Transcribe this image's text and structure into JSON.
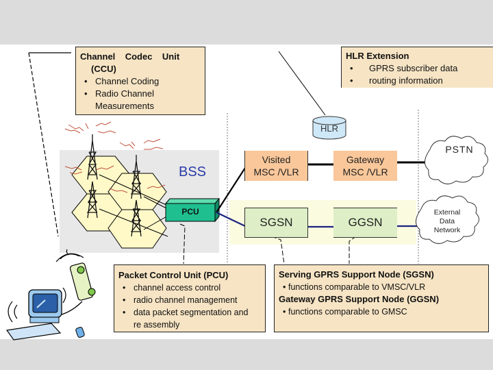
{
  "diagram": {
    "title": "GPRS Architecture",
    "regions": {
      "bss_label": "BSS"
    },
    "notes": {
      "ccu": {
        "title_line1": "Channel    Codec    Unit",
        "title_line2": "(CCU)",
        "items": [
          "Channel Coding",
          "Radio Channel Measurements"
        ]
      },
      "hlr_ext": {
        "title": "HLR Extension",
        "items": [
          "GPRS subscriber data",
          "routing information"
        ]
      },
      "pcu": {
        "title": "Packet Control Unit (PCU)",
        "items": [
          "channel access control",
          "radio channel management",
          "data packet segmentation and re assembly"
        ]
      },
      "gsn": {
        "title1": "Serving GPRS Support Node (SGSN)",
        "item1": "functions comparable to VMSC/VLR",
        "title2": "Gateway GPRS Support Node (GGSN)",
        "item2": "functions comparable to GMSC"
      }
    },
    "nodes": {
      "hlr": "HLR",
      "visited_msc_line1": "Visited",
      "visited_msc_line2": "MSC /VLR",
      "gateway_msc_line1": "Gateway",
      "gateway_msc_line2": "MSC /VLR",
      "pcu": "PCU",
      "sgsn": "SGSN",
      "ggsn": "GGSN",
      "pstn": "PSTN",
      "ext_line1": "External",
      "ext_line2": "Data",
      "ext_line3": "Network"
    },
    "colors": {
      "note_bg": "#f6e4c4",
      "msc_bg": "#f9c79a",
      "gsn_bg": "#deefc7",
      "pcu_bg": "#1fbf8f",
      "hlr_bg": "#cfe8f8",
      "bss_bg": "#e8e8e8",
      "cell_bg": "#fff9c8",
      "gprs_band": "#fbfbe0",
      "bss_text": "#2a3aa8",
      "data_link": "#1a237e"
    }
  }
}
